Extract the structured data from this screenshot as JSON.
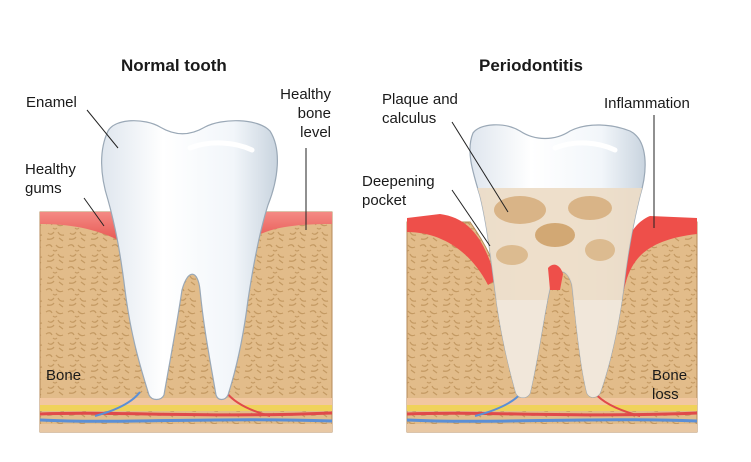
{
  "panels": {
    "normal": {
      "title": "Normal tooth",
      "labels": {
        "enamel": "Enamel",
        "healthy_gums": "Healthy\ngums",
        "healthy_bone_level": "Healthy\nbone\nlevel",
        "bone": "Bone"
      }
    },
    "periodontitis": {
      "title": "Periodontitis",
      "labels": {
        "plaque_and_calculus": "Plaque and\ncalculus",
        "inflammation": "Inflammation",
        "deepening_pocket": "Deepening\npocket",
        "bone_loss": "Bone\nloss"
      }
    }
  },
  "colors": {
    "bone": "#e2bc8a",
    "bone_speckle": "#c49a63",
    "gum": "#f0706b",
    "inflamed_gum": "#ee4f4a",
    "enamel": "#f4f8fc",
    "plaque": "#e3c7a3",
    "yellow_layer": "#f0d25a",
    "blue_vessel": "#5b8fd6",
    "red_vessel": "#e04a4a"
  }
}
